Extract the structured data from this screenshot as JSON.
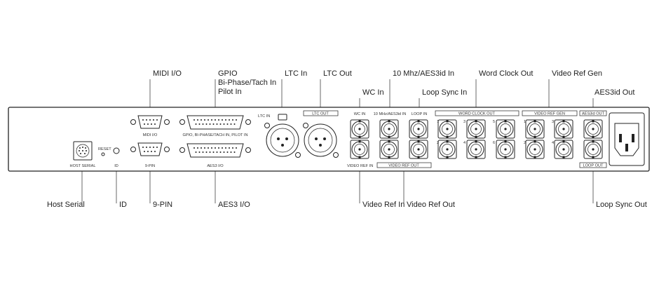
{
  "callouts": {
    "midi_io": "MIDI I/O",
    "gpio_line1": "GPIO",
    "gpio_line2": "Bi-Phase/Tach In",
    "gpio_line3": "Pilot In",
    "ltc_in": "LTC In",
    "ltc_out": "LTC Out",
    "ten_mhz": "10 Mhz/AES3id In",
    "word_clock_out": "Word Clock Out",
    "video_ref_gen": "Video Ref Gen",
    "wc_in": "WC In",
    "loop_sync_in": "Loop Sync In",
    "aes3id_out": "AES3id Out",
    "host_serial": "Host Serial",
    "id": "ID",
    "nine_pin": "9-PIN",
    "aes3_io": "AES3 I/O",
    "video_ref_in": "Video Ref In",
    "video_ref_out": "Video Ref Out",
    "loop_sync_out": "Loop Sync Out"
  },
  "panel": {
    "host_serial": "HOST SERIAL",
    "reset": "RESET",
    "id": "ID",
    "midi_io": "MIDI I/O",
    "nine_pin": "9-PIN",
    "gpio": "GPIO, BI-PHASE/TACH IN, PILOT IN",
    "aes3_io": "AES3 I/O",
    "ltc_in": "LTC IN",
    "ltc_out": "LTC OUT",
    "wc_in": "WC IN",
    "ten_mhz": "10 MHz/AES3id IN",
    "loop_in": "LOOP IN",
    "word_clock_out": "WORD CLOCK OUT",
    "video_ref_gen": "VIDEO REF GEN",
    "aes3id_out": "AES3id OUT",
    "video_ref_in": "VIDEO REF IN",
    "video_ref_out": "VIDEO REF OUT",
    "loop_out": "LOOP OUT",
    "wc_nums": [
      "1",
      "2",
      "3",
      "4",
      "5",
      "6"
    ],
    "vrg_nums": [
      "1",
      "2",
      "3",
      "4"
    ]
  }
}
